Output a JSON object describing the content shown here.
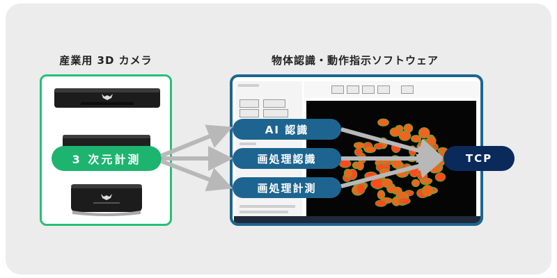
{
  "headings": {
    "camera": "産業用 3D カメラ",
    "software": "物体認識・動作指示ソフトウェア"
  },
  "camera_box": {
    "label": "3 次元計測"
  },
  "software_box": {
    "nodes": [
      "AI 認識",
      "画処理認識",
      "画処理計測"
    ]
  },
  "output": {
    "label": "TCP"
  },
  "colors": {
    "green": "#1db46f",
    "green_border": "#27bf77",
    "blue": "#1d6590",
    "navy": "#0b2a5c",
    "arrow": "#b8b8b8"
  },
  "icons": {
    "camera_logo": "bat-logo-icon"
  }
}
